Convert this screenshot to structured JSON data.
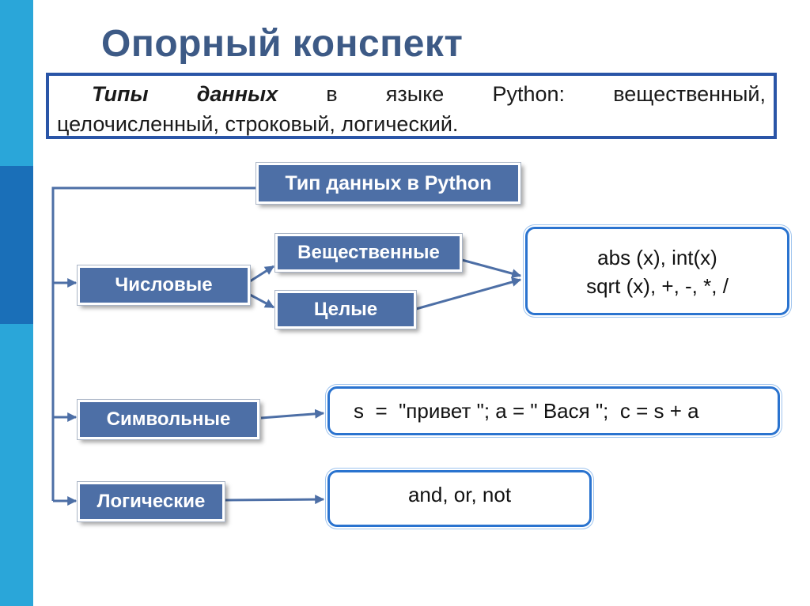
{
  "title": "Опорный конспект",
  "summary": {
    "words_line1": [
      "Типы",
      "данных",
      "в",
      "языке",
      "Python:",
      "вещественный,"
    ],
    "line2": "целочисленный, строковый, логический."
  },
  "diagram": {
    "root": "Тип данных в Python",
    "numeric": "Числовые",
    "real": "Вещественные",
    "integer": "Целые",
    "symbolic": "Символьные",
    "logical": "Логические",
    "numeric_ops_line1": "abs (x), int(x)",
    "numeric_ops_line2": "sqrt (x), +, -, *, /",
    "string_example": "s  =  \"привет \"; a = \" Вася \";  c = s + a",
    "logical_ops": "and, or, not"
  },
  "colors": {
    "stripe_light": "#2aa6d9",
    "stripe_dark": "#1a6fb8",
    "title": "#3d5a86",
    "node_fill": "#4d6fa6",
    "box_border": "#2a73cf",
    "connector": "#4d6fa6"
  }
}
